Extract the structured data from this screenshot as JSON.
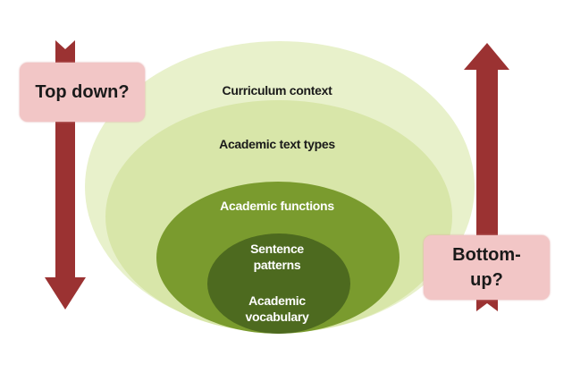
{
  "layers": [
    {
      "label": "Curriculum context",
      "color": "#e8f1cb"
    },
    {
      "label": "Academic text types",
      "color": "#d8e6a9"
    },
    {
      "label": "Academic functions",
      "color": "#7a9b2e"
    },
    {
      "label_line1": "Sentence",
      "label_line2": "patterns",
      "label_line3": "Academic",
      "label_line4": "vocabulary",
      "color": "#4d6a1f"
    }
  ],
  "left_box": {
    "label": "Top down?"
  },
  "right_box": {
    "line1": "Bottom-",
    "line2": "up?"
  },
  "arrow_color": "#9b3232"
}
